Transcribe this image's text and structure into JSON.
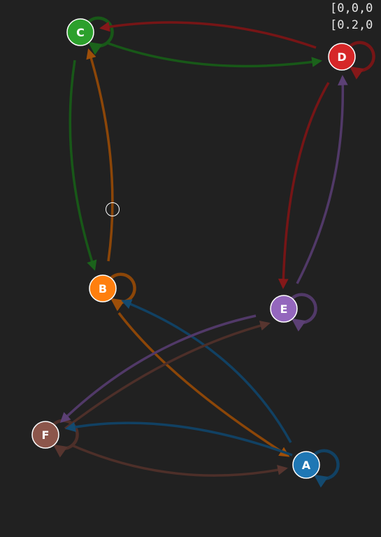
{
  "readout": {
    "line1": "[0,0,0",
    "line2": "[0.2,0"
  },
  "nodes": [
    {
      "id": "A",
      "label": "A",
      "color": "#1f77b4"
    },
    {
      "id": "B",
      "label": "B",
      "color": "#ff7f0e"
    },
    {
      "id": "C",
      "label": "C",
      "color": "#2ca02c"
    },
    {
      "id": "D",
      "label": "D",
      "color": "#d62728"
    },
    {
      "id": "E",
      "label": "E",
      "color": "#9467bd"
    },
    {
      "id": "F",
      "label": "F",
      "color": "#8c564b"
    }
  ],
  "edges": [
    {
      "from": "C",
      "to": "D"
    },
    {
      "from": "D",
      "to": "C"
    },
    {
      "from": "C",
      "to": "B"
    },
    {
      "from": "B",
      "to": "C"
    },
    {
      "from": "D",
      "to": "E"
    },
    {
      "from": "E",
      "to": "D"
    },
    {
      "from": "B",
      "to": "A"
    },
    {
      "from": "A",
      "to": "B"
    },
    {
      "from": "E",
      "to": "F"
    },
    {
      "from": "F",
      "to": "E"
    },
    {
      "from": "F",
      "to": "A"
    },
    {
      "from": "A",
      "to": "F"
    }
  ],
  "self_loops": [
    "A",
    "B",
    "C",
    "D",
    "E",
    "F"
  ]
}
